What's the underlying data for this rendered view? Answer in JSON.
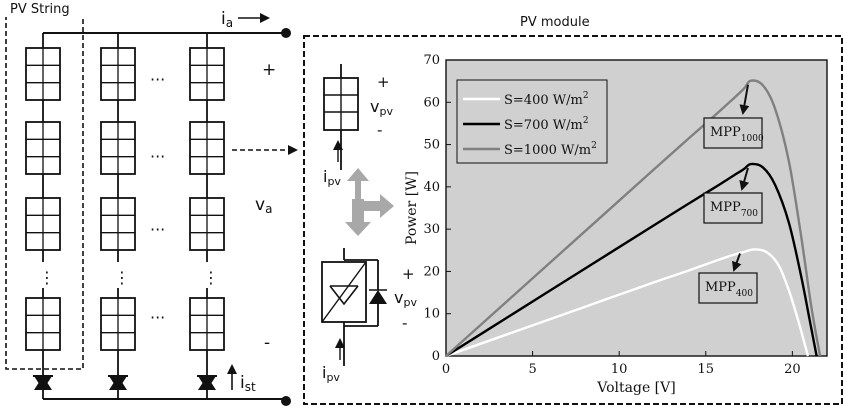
{
  "labels": {
    "pv_string": "PV String",
    "pv_module": "PV module",
    "current_array": "i",
    "current_array_sub": "a",
    "voltage_array": "v",
    "voltage_array_sub": "a",
    "plus": "+",
    "minus": "-",
    "string_current": "i",
    "string_current_sub": "st",
    "vpv": "v",
    "vpv_sub": "pv",
    "ipv": "i",
    "ipv_sub": "pv",
    "dots": "···",
    "vdots": "⋮"
  },
  "chart_data": {
    "type": "line",
    "xlabel": "Voltage [V]",
    "ylabel": "Power [W]",
    "xlim": [
      0,
      22
    ],
    "ylim": [
      0,
      70
    ],
    "xticks": [
      0,
      5,
      10,
      15,
      20
    ],
    "yticks": [
      0,
      10,
      20,
      30,
      40,
      50,
      60,
      70
    ],
    "grid": false,
    "background": "#d0d0d0",
    "legend_position": "top-left",
    "series": [
      {
        "name": "S=400 W/m",
        "name_sup": "2",
        "color": "#ffffff",
        "x": [
          0,
          4,
          8,
          12,
          14,
          15.5,
          16.5,
          17.2,
          17.8,
          18.5,
          19.2,
          19.8,
          20.4,
          20.9
        ],
        "y": [
          0,
          5.8,
          11.6,
          17.4,
          20.2,
          22.4,
          23.8,
          24.6,
          25.2,
          24.6,
          21.5,
          15.5,
          7.5,
          0
        ]
      },
      {
        "name": "S=700 W/m",
        "name_sup": "2",
        "color": "#000000",
        "x": [
          0,
          4,
          8,
          12,
          14,
          15.5,
          16.5,
          17.2,
          17.6,
          18.3,
          19.0,
          19.8,
          20.5,
          21.0,
          21.4
        ],
        "y": [
          0,
          10.3,
          20.6,
          30.9,
          36.0,
          39.8,
          42.4,
          44.2,
          45.4,
          44.6,
          40.5,
          31.5,
          19.0,
          8.5,
          0
        ]
      },
      {
        "name": "S=1000 W/m",
        "name_sup": "2",
        "color": "#808080",
        "x": [
          0,
          4,
          8,
          12,
          14,
          15.5,
          16.5,
          17.2,
          17.6,
          18.3,
          19.0,
          19.8,
          20.5,
          21.1,
          21.6
        ],
        "y": [
          0,
          14.7,
          29.4,
          44.1,
          51.4,
          56.8,
          60.5,
          63.2,
          65.1,
          64.0,
          58.5,
          46.0,
          28.5,
          11.5,
          0
        ]
      }
    ],
    "annotations": [
      {
        "text": "MPP",
        "sub": "1000",
        "x": 17.6,
        "y": 65.1
      },
      {
        "text": "MPP",
        "sub": "700",
        "x": 17.6,
        "y": 45.4
      },
      {
        "text": "MPP",
        "sub": "400",
        "x": 17.8,
        "y": 25.2
      }
    ]
  }
}
